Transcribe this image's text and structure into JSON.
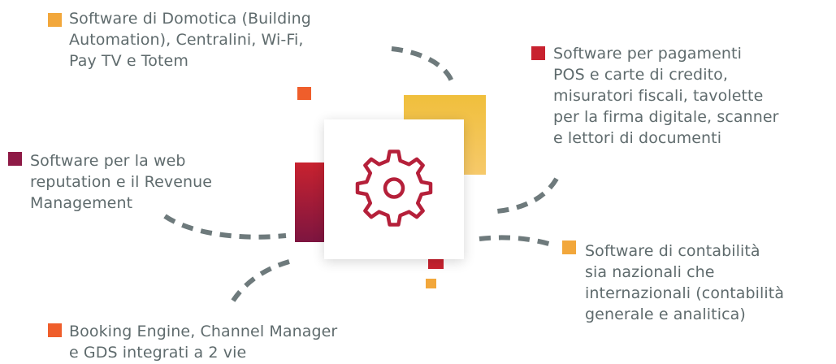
{
  "hub": {
    "icon": "gear-icon",
    "accent": "#b5203a"
  },
  "nodes": [
    {
      "id": "domotica",
      "text": "Software di Domotica (Building Automation), Centralini, Wi-Fi, Pay TV e Totem",
      "lines": [
        "Software di Domotica (Building",
        "Automation), Centralini, Wi-Fi,",
        "Pay TV e Totem"
      ],
      "bullet_color": "#f2a73b"
    },
    {
      "id": "pagamenti",
      "text": "Software per pagamenti POS e carte di credito, misuratori fiscali, tavolette per la firma digitale, scanner e lettori di documenti",
      "lines": [
        "Software per pagamenti",
        "POS e carte di credito,",
        "misuratori fiscali, tavolette",
        "per la firma digitale, scanner",
        "e lettori di documenti"
      ],
      "bullet_color": "#c8222f"
    },
    {
      "id": "reputation",
      "text": "Software per la web reputation e il Revenue Management",
      "lines": [
        "Software per la web",
        "reputation e il Revenue",
        "Management"
      ],
      "bullet_color": "#8e1a46"
    },
    {
      "id": "contabilita",
      "text": "Software di contabilità sia nazionali che internazionali (contabilità generale e analitica)",
      "lines": [
        "Software di contabilità",
        "sia nazionali che",
        "internazionali (contabilità",
        "generale e analitica)"
      ],
      "bullet_color": "#f2a73b"
    },
    {
      "id": "booking",
      "text": "Booking Engine, Channel Manager e GDS integrati a 2 vie",
      "lines": [
        "Booking Engine, Channel Manager",
        "e GDS integrati a 2 vie"
      ],
      "bullet_color": "#ef5e2b"
    }
  ],
  "colors": {
    "text": "#5f6b6d",
    "connector": "#6e7a7c",
    "yellow_square_top": "#f0bf3c",
    "yellow_square_bottom": "#f6c96a",
    "red_bar_top": "#c8222f",
    "red_bar_bottom": "#7d1540",
    "small_orange": "#ef5e2b",
    "small_red": "#c8222f",
    "small_amber": "#f2a73b"
  }
}
